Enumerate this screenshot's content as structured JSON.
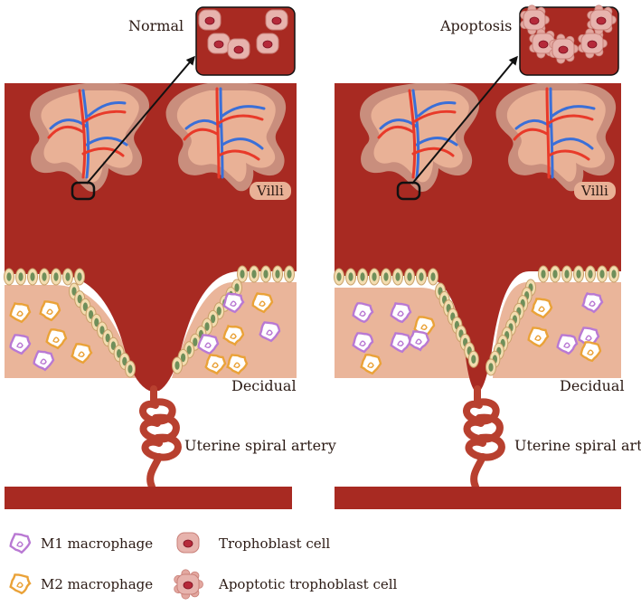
{
  "panels": [
    {
      "inset_label": "Normal",
      "villi_label": "Villi",
      "decidual_label": "Decidual",
      "artery_label": "Uterine spiral artery",
      "state": "normal",
      "macrophages": [
        "m2",
        "m2",
        "m1",
        "m2",
        "m1",
        "m2",
        "m1",
        "m2",
        "m2",
        "m1",
        "m1",
        "m2",
        "m2"
      ]
    },
    {
      "inset_label": "Apoptosis",
      "villi_label": "Villi",
      "decidual_label": "Decidual",
      "artery_label": "Uterine spiral artery",
      "state": "apoptosis",
      "macrophages": [
        "m1",
        "m1",
        "m1",
        "m2",
        "m1",
        "m1",
        "m2",
        "m1",
        "m2",
        "m1",
        "m1",
        "m2",
        "m2"
      ]
    }
  ],
  "legend": [
    {
      "key": "m1",
      "label": "M1 macrophage",
      "icon": "m1-macrophage-icon"
    },
    {
      "key": "m2",
      "label": "M2 macrophage",
      "icon": "m2-macrophage-icon"
    },
    {
      "key": "tropho",
      "label": "Trophoblast cell",
      "icon": "trophoblast-cell-icon"
    },
    {
      "key": "apop",
      "label": "Apoptotic trophoblast cell",
      "icon": "apoptotic-trophoblast-cell-icon"
    }
  ],
  "colors": {
    "tissue": "#a82a22",
    "villi_fill": "#e9b196",
    "villi_rim": "#c98e7d",
    "decidua": "#eab59a",
    "trophoblast_cell": "#f3ddb0",
    "nucleus": "#6f8f5a",
    "vessel_red": "#e83a2a",
    "vessel_blue": "#3a6fd8",
    "m1": "#b979d3",
    "m2": "#eaa238"
  }
}
